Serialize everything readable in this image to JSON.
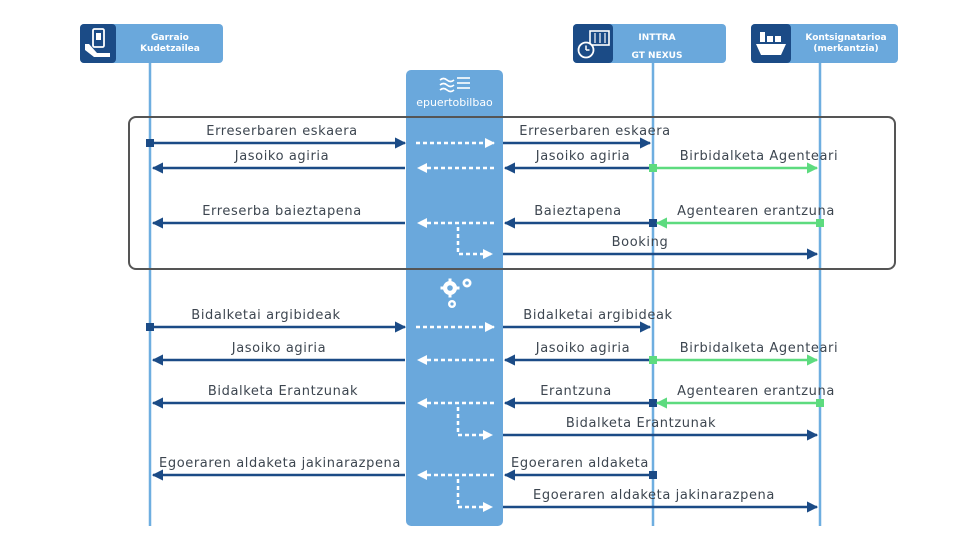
{
  "actors": {
    "garraio": {
      "line1": "Garraio",
      "line2": "Kudetzailea",
      "icon": "truck-operator-icon"
    },
    "inttra": {
      "line1": "INTTRA",
      "line2": "GT NEXUS",
      "icon": "container-clock-icon"
    },
    "kontsignatarioa": {
      "line1": "Kontsignatarioa",
      "line2": "(merkantzia)",
      "icon": "cargo-ship-icon"
    }
  },
  "hub": {
    "logo_text": "epuertobilbao",
    "logo_icon": "waves-icon",
    "process_icon": "gears-icon"
  },
  "messages": {
    "m1": "Erreserbaren eskaera",
    "m2": "Erreserbaren eskaera",
    "m3": "Jasoiko agiria",
    "m4": "Jasoiko agiria",
    "m5": "Birbidalketa Agenteari",
    "m6": "Erreserba baieztapena",
    "m7": "Baieztapena",
    "m8": "Agentearen erantzuna",
    "m9": "Booking",
    "m10": "Bidalketai argibideak",
    "m11": "Bidalketai argibideak",
    "m12": "Jasoiko agiria",
    "m13": "Jasoiko agiria",
    "m14": "Birbidalketa Agenteari",
    "m15": "Bidalketa Erantzunak",
    "m16": "Erantzuna",
    "m17": "Agentearen erantzuna",
    "m18": "Bidalketa Erantzunak",
    "m19": "Egoeraren aldaketa jakinarazpena",
    "m20": "Egoeraren aldaketa",
    "m21": "Egoeraren aldaketa jakinarazpena"
  },
  "colors": {
    "primary": "#1b4b86",
    "light": "#6eaee0",
    "hub": "#6aa8dc",
    "green": "#5ddb7f",
    "frame": "#555555"
  }
}
